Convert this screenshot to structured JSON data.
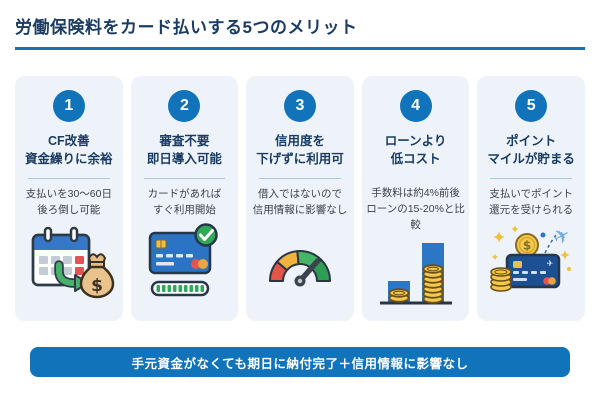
{
  "page": {
    "title": "労働保険料をカード払いする5つのメリット",
    "banner": "手元資金がなくても期日に納付完了＋信用情報に影響なし"
  },
  "colors": {
    "accent_blue": "#1173ba",
    "heading_navy": "#1b3c63",
    "card_background": "#edf3f9",
    "divider_blue": "#a9c9e2",
    "body_text": "#3c4249",
    "success_green": "#2fa957",
    "warning_red": "#e25549",
    "coin_gold": "#f3c84e"
  },
  "cards": [
    {
      "number": "1",
      "heading_line1": "CF改善",
      "heading_line2": "資金繰りに余裕",
      "body_line1": "支払いを30〜60日",
      "body_line2": "後ろ倒し可能",
      "icon": "calendar-money-bag-icon"
    },
    {
      "number": "2",
      "heading_line1": "審査不要",
      "heading_line2": "即日導入可能",
      "body_line1": "カードがあれば",
      "body_line2": "すぐ利用開始",
      "icon": "credit-card-approved-icon"
    },
    {
      "number": "3",
      "heading_line1": "信用度を",
      "heading_line2": "下げずに利用可",
      "body_line1": "借入ではないので",
      "body_line2": "信用情報に影響なし",
      "icon": "credit-score-gauge-icon"
    },
    {
      "number": "4",
      "heading_line1": "ローンより",
      "heading_line2": "低コスト",
      "body_line1": "手数料は約4%前後",
      "body_line2": "ローンの15-20%と比較",
      "icon": "cost-comparison-bars-icon"
    },
    {
      "number": "5",
      "heading_line1": "ポイント",
      "heading_line2": "マイルが貯まる",
      "body_line1": "支払いでポイント",
      "body_line2": "還元を受けられる",
      "icon": "points-miles-card-icon"
    }
  ]
}
